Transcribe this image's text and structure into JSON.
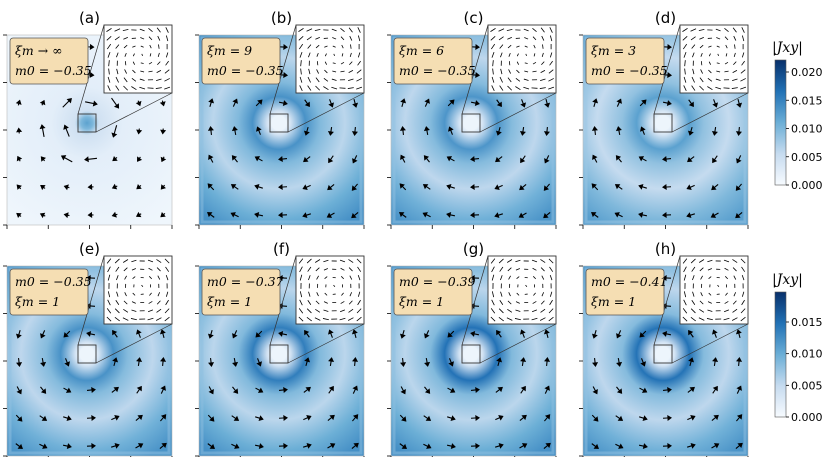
{
  "figure": {
    "panels": [
      {
        "label": "(a)",
        "line1": "ξm → ∞",
        "line2": "m0 = −0.35",
        "strength": 0.3,
        "ring": 0.1,
        "hole": 0.05,
        "rot": 1,
        "insetSwirl": 1
      },
      {
        "label": "(b)",
        "line1": "ξm = 9",
        "line2": "m0 = −0.35",
        "strength": 0.8,
        "ring": 0.55,
        "hole": 0.12,
        "rot": 1,
        "insetSwirl": 1
      },
      {
        "label": "(c)",
        "line1": "ξm = 6",
        "line2": "m0 = −0.35",
        "strength": 0.78,
        "ring": 0.55,
        "hole": 0.1,
        "rot": 1,
        "insetSwirl": 1
      },
      {
        "label": "(d)",
        "line1": "ξm = 3",
        "line2": "m0 = −0.35",
        "strength": 0.72,
        "ring": 0.55,
        "hole": 0.1,
        "rot": 1,
        "insetSwirl": 0.5
      },
      {
        "label": "(e)",
        "line1": "m0 = −0.35",
        "line2": "ξm = 1",
        "strength": 0.78,
        "ring": 0.6,
        "hole": 0.1,
        "rot": -1,
        "insetSwirl": 0
      },
      {
        "label": "(f)",
        "line1": "m0 = −0.37",
        "line2": "ξm = 1",
        "strength": 0.8,
        "ring": 0.8,
        "hole": 0.1,
        "rot": -1,
        "insetSwirl": 0
      },
      {
        "label": "(g)",
        "line1": "m0 = −0.39",
        "line2": "ξm = 1",
        "strength": 0.8,
        "ring": 0.95,
        "hole": 0.1,
        "rot": -1,
        "insetSwirl": 0
      },
      {
        "label": "(h)",
        "line1": "m0 = −0.41",
        "line2": "ξm = 1",
        "strength": 0.78,
        "ring": 1.0,
        "hole": 0.1,
        "rot": -1,
        "insetSwirl": 0
      }
    ],
    "colorbars": [
      {
        "title": "|Jxy|",
        "ticks": [
          "0.020",
          "0.015",
          "0.010",
          "0.005",
          "0.000"
        ]
      },
      {
        "title": "|Jxy|",
        "ticks": [
          "0.015",
          "0.010",
          "0.005",
          "0.000"
        ]
      }
    ],
    "colors": {
      "dark": "#08306b",
      "mid": "#4a90c8",
      "light": "#deebf7",
      "box": "#f5deb3",
      "boxEdge": "#555555"
    }
  }
}
